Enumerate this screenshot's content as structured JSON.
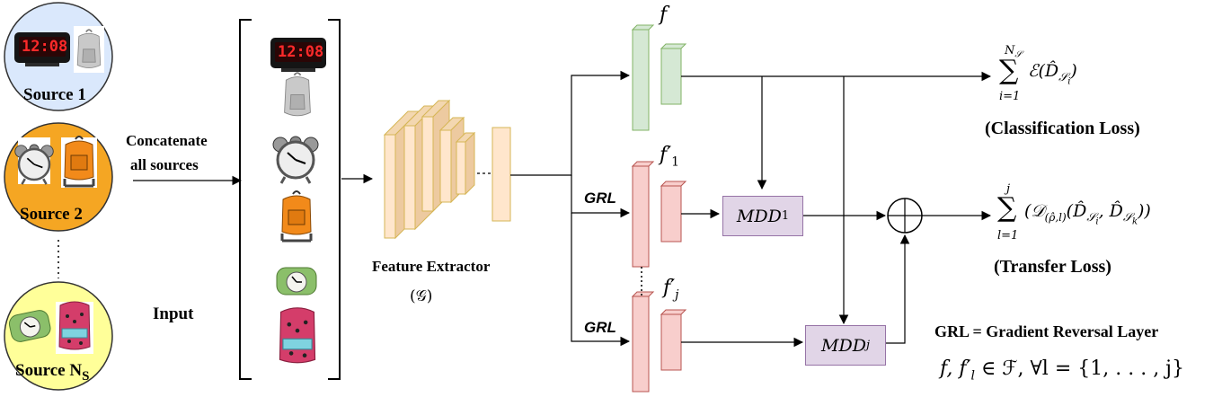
{
  "sources": [
    {
      "label_main": "Source 1",
      "label_sub": "",
      "fill": "#dae8fc"
    },
    {
      "label_main": "Source 2",
      "label_sub": "",
      "fill": "#f5a623"
    },
    {
      "label_main": "Source N",
      "label_sub": "S",
      "fill": "#ffff99"
    }
  ],
  "concat_label_line1": "Concatenate",
  "concat_label_line2": "all sources",
  "input_label": "Input",
  "clock_time": "12:08",
  "feature_extractor": {
    "label": "Feature Extractor",
    "symbol": "(𝒢)",
    "fill": "#ffe6cc",
    "stroke": "#d6b656"
  },
  "heads": {
    "f_label": "f",
    "f1_label": "f′",
    "f1_sub": "1",
    "fj_label": "f′",
    "fj_sub": "j",
    "green_fill": "#d5e8d4",
    "green_stroke": "#82b366",
    "red_fill": "#f8cecc",
    "red_stroke": "#b85450"
  },
  "grl_label_1": "GRL",
  "grl_label_2": "GRL",
  "mdd1": {
    "main": "MDD",
    "sub": "1"
  },
  "mddj": {
    "main": "MDD",
    "sub": "j"
  },
  "classification_loss": {
    "formula_top": "N",
    "formula_top_sub": "𝒮",
    "formula_sum": "∑",
    "formula_bottom": "i=1",
    "formula_body": "ℰ(D̂",
    "formula_body_sub": "𝒮",
    "formula_body_subsub": "i",
    "formula_close": ")",
    "caption": "(Classification Loss)"
  },
  "transfer_loss": {
    "formula_top": "j",
    "formula_sum": "∑",
    "formula_bottom": "l=1",
    "formula_body": "(𝒟",
    "formula_body_sub": "(ρ̂,l)",
    "formula_args": "(D̂",
    "formula_a_sub": "𝒮",
    "formula_a_subsub": "i",
    "formula_comma": ", D̂",
    "formula_b_sub": "𝒮",
    "formula_b_subsub": "k",
    "formula_close": "))",
    "caption": "(Transfer Loss)"
  },
  "grl_definition": "GRL = Gradient Reversal Layer",
  "set_definition": "f, f′",
  "set_definition_sub": "l",
  "set_definition_rest": " ∈ ℱ, ∀l = {1, . . . , j}"
}
